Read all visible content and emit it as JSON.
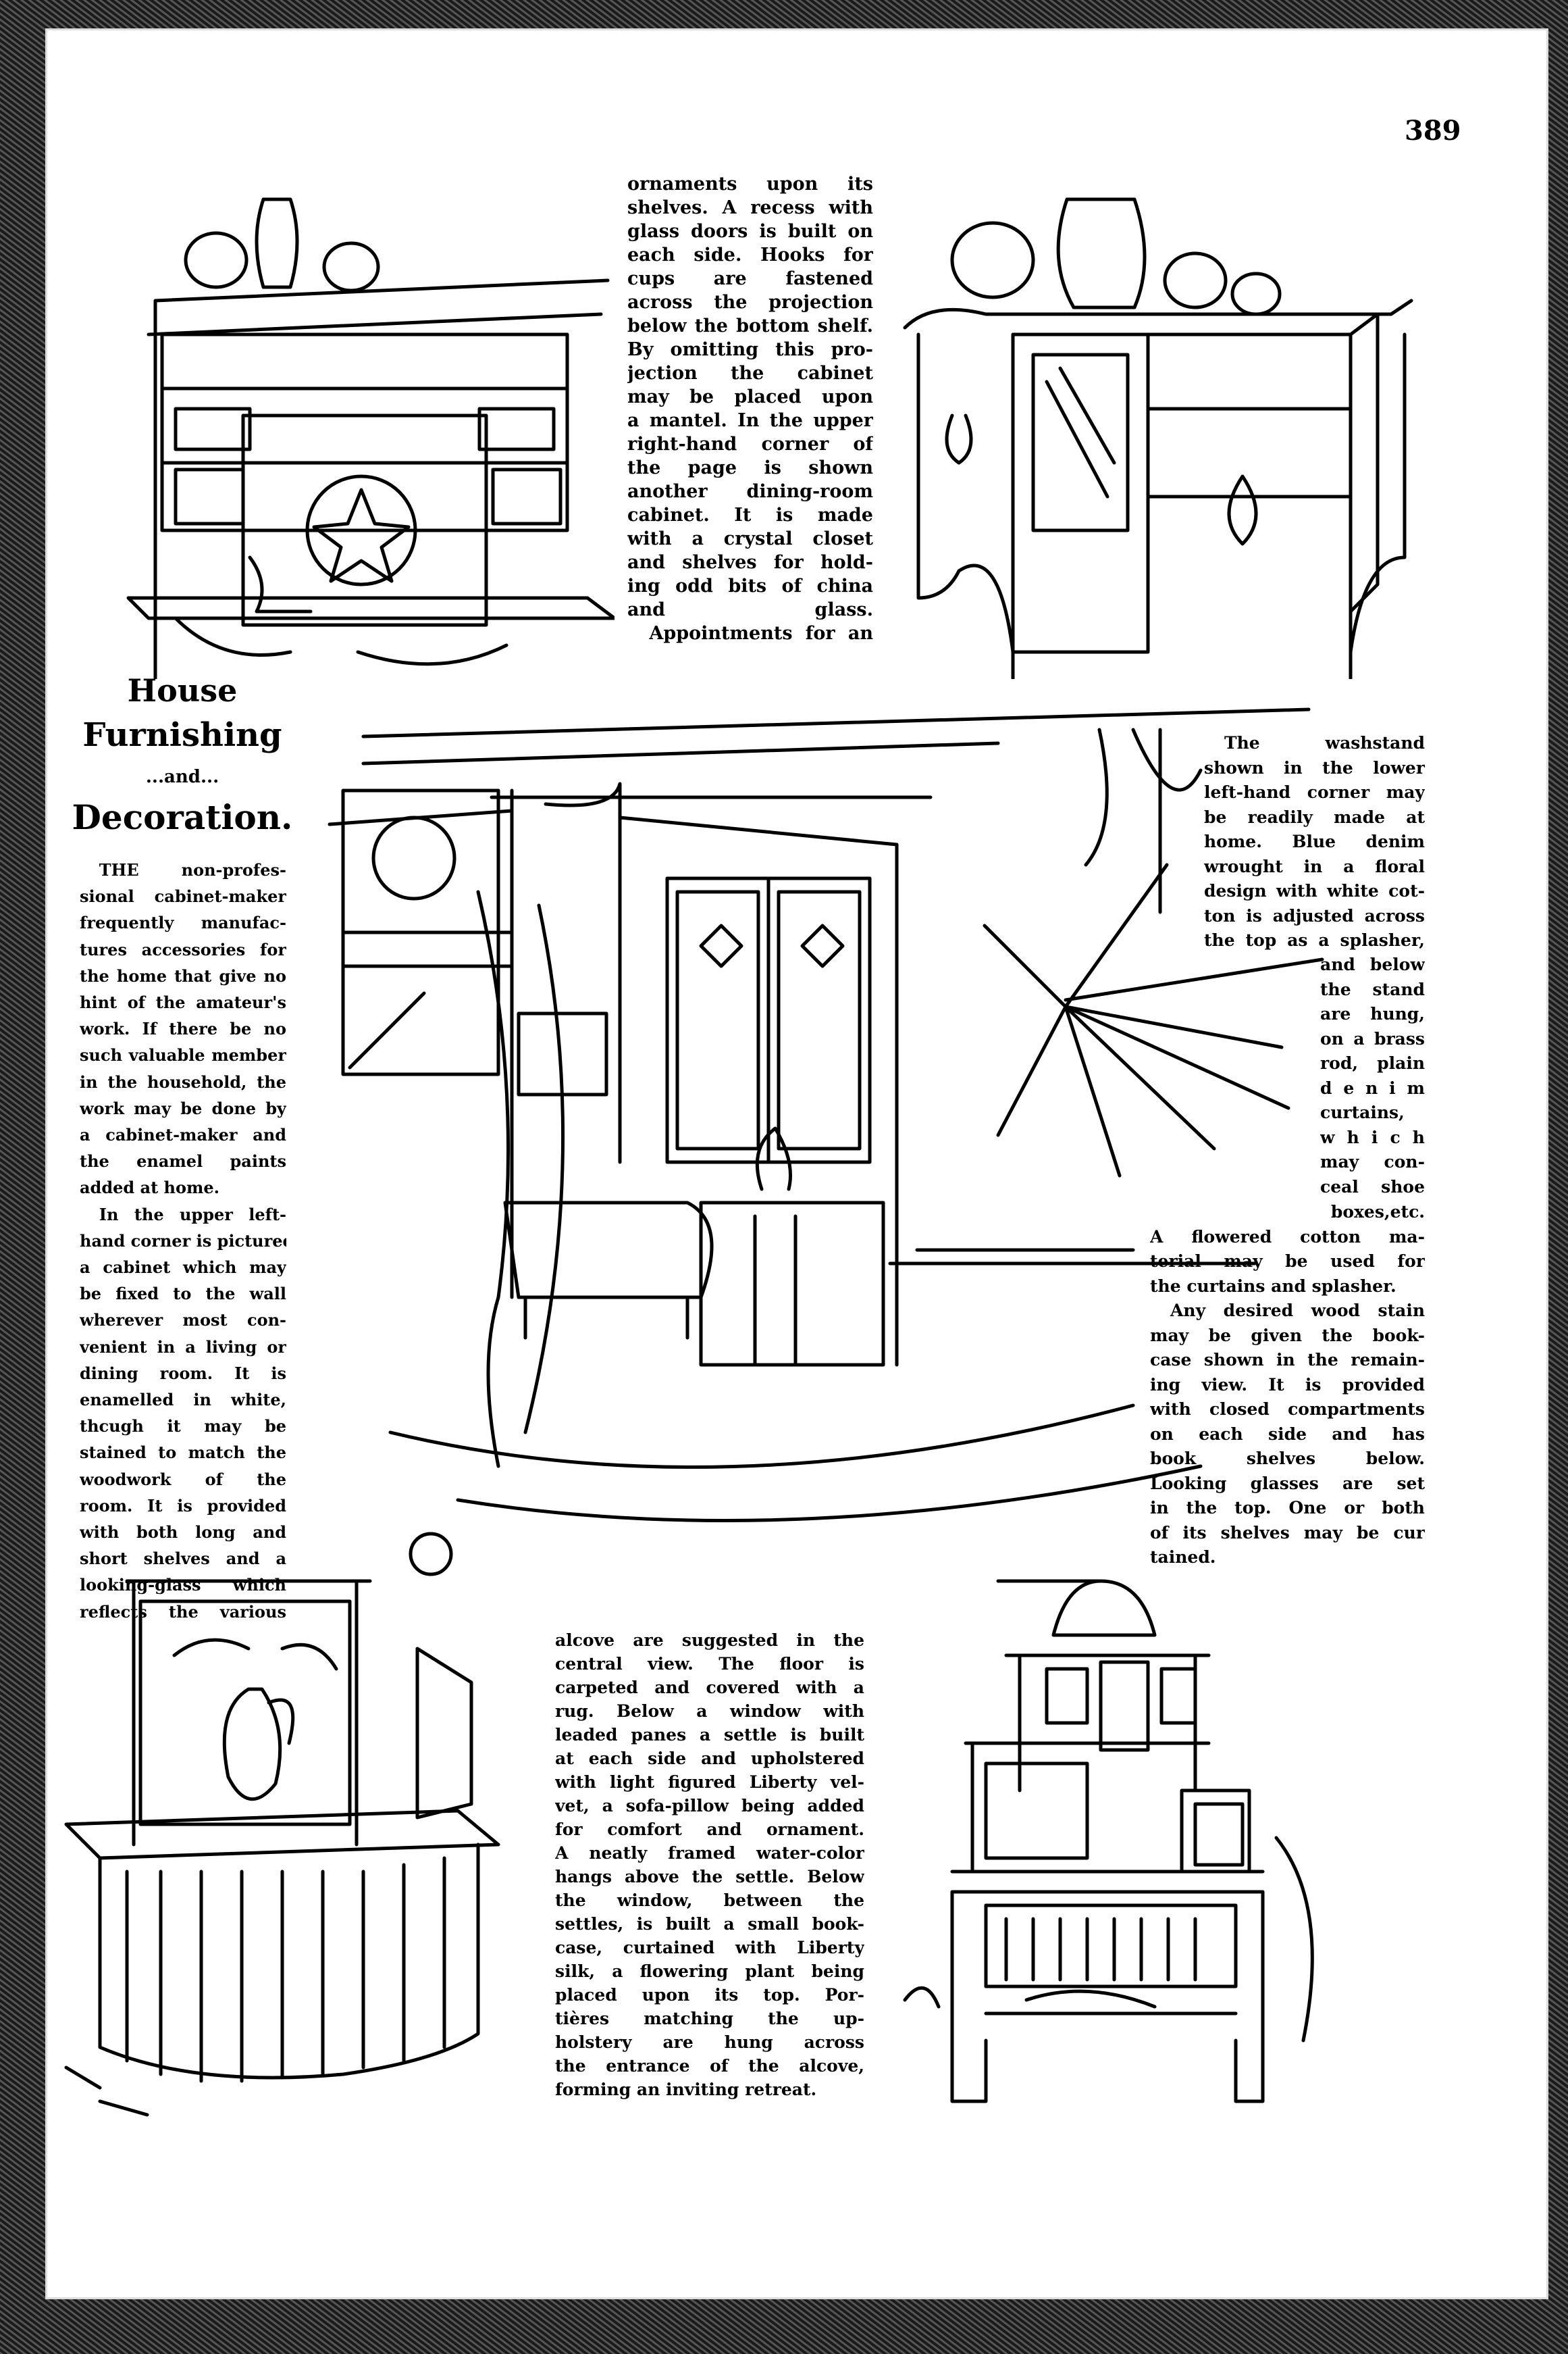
{
  "page_number": "389",
  "heading": {
    "line1": "House",
    "line2": "Furnishing",
    "line3": "...and...",
    "line4": "Decoration."
  },
  "top_column": [
    "ornaments upon its",
    "shelves. A recess with",
    "glass doors is built on",
    "each side. Hooks for",
    "cups are fastened",
    "across the projection",
    "below the bottom shelf.",
    "By omitting this pro-",
    "jection the cabinet",
    "may be placed upon",
    "a mantel. In the upper",
    "right-hand corner of",
    "the page is shown",
    "another dining-room",
    "cabinet. It is made",
    "with a crystal closet",
    "and shelves for hold-",
    "ing odd bits of china",
    "and glass.",
    "Appointments for an"
  ],
  "left_column": [
    "THE non-profes-",
    "sional cabinet-maker",
    "frequently manufac-",
    "tures accessories for",
    "the home that give no",
    "hint of the amateur's",
    "work. If there be no",
    "such valuable member",
    "in the household, the",
    "work may be done by",
    "a cabinet-maker and",
    "the enamel paints",
    "added at home.",
    "In the upper left-",
    "hand corner is pictured",
    "a cabinet which may",
    "be fixed to the wall",
    "wherever most con-",
    "venient in a living or",
    "dining room. It is",
    "enamelled in white,",
    "thcugh it may be",
    "stained to match the",
    "woodwork of the",
    "room. It is provided",
    "with both long and",
    "short shelves and a",
    "looking-glass which",
    "reflects the various"
  ],
  "right_column_top": [
    "The washstand",
    "shown in the lower",
    "left-hand corner may",
    "be readily made at",
    "home. Blue denim",
    "wrought in a floral",
    "design with white cot-",
    "ton is adjusted across",
    "the top as a splasher,"
  ],
  "right_column_narrow": [
    "and below",
    "the stand",
    "are hung,",
    "on a brass",
    "rod, plain",
    "d e n i m",
    "curtains,",
    "w h i c h",
    "may con-",
    "ceal shoe"
  ],
  "right_column_bottom": [
    "boxes,etc.",
    "A flowered cotton ma-",
    "terial may be used for",
    "the curtains and splasher.",
    "Any desired wood stain",
    "may be given the book-",
    "case shown in the remain-",
    "ing view. It is provided",
    "with closed compartments",
    "on each side and has",
    "book shelves below.",
    "Looking glasses are set",
    "in the top. One or both",
    "of its shelves may be cur",
    "tained."
  ],
  "bottom_column": [
    "alcove are suggested in the",
    "central view. The floor is",
    "carpeted and covered with a",
    "rug. Below a window with",
    "leaded panes a settle is built",
    "at each side and upholstered",
    "with light figured Liberty vel-",
    "vet, a sofa-pillow being added",
    "for comfort and ornament.",
    "A neatly framed water-color",
    "hangs above the settle. Below",
    "the window, between the",
    "settles, is built a small book-",
    "case, curtained with Liberty",
    "silk, a flowering plant being",
    "placed upon its top. Por-",
    "tières matching the up-",
    "holstery are hung across",
    "the entrance of the alcove,",
    "forming an inviting retreat."
  ]
}
